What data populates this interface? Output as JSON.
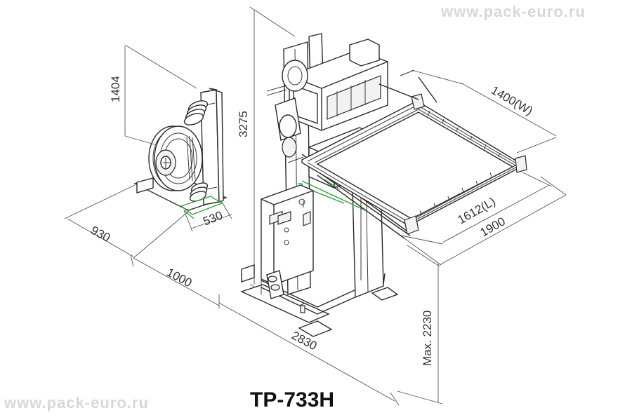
{
  "title": "TP-733H",
  "watermark": "www.pack-euro.ru",
  "dimensions": {
    "reel_height": "1404",
    "machine_height": "3275",
    "frame_width": "1400(W)",
    "frame_length": "1612(L)",
    "outer_width": "1900",
    "reel_width": "530",
    "reel_depth": "930",
    "gap": "1000",
    "total_length": "2830",
    "max_height": "Max. 2230"
  },
  "colors": {
    "line": "#2a2a2a",
    "accent": "#2f9e3a"
  }
}
